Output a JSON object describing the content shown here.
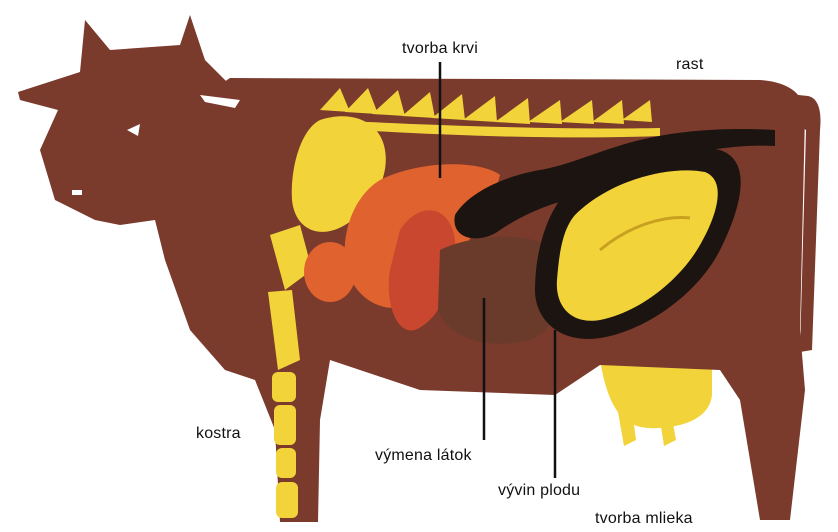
{
  "labels": {
    "blood": "tvorba krvi",
    "growth": "rast",
    "skeleton": "kostra",
    "metabolism": "výmena látok",
    "fetus": "vývin plodu",
    "milk": "tvorba mlieka"
  },
  "colors": {
    "body": "#7a3a2c",
    "skeleton": "#f2d43a",
    "organ_orange": "#e0622e",
    "organ_red": "#c8472e",
    "intestine": "#1c1410",
    "udder": "#f2d43a",
    "pointer_line": "#111111"
  }
}
